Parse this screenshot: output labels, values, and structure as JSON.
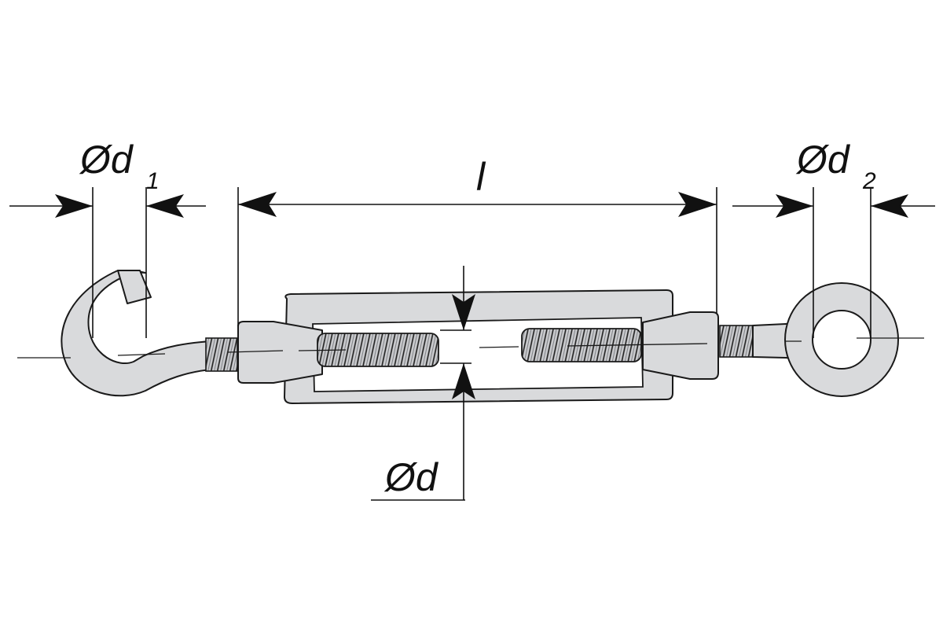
{
  "labels": {
    "d1_main": "Ød",
    "d1_sub": "1",
    "length": "l",
    "d2_main": "Ød",
    "d2_sub": "2",
    "d_main": "Ød"
  },
  "colors": {
    "metal": "#d9dadc",
    "metal_shadow": "#bfc1c4",
    "outline": "#1a1a1a"
  },
  "components": [
    "hook-end",
    "turnbuckle-body",
    "eye-end"
  ]
}
